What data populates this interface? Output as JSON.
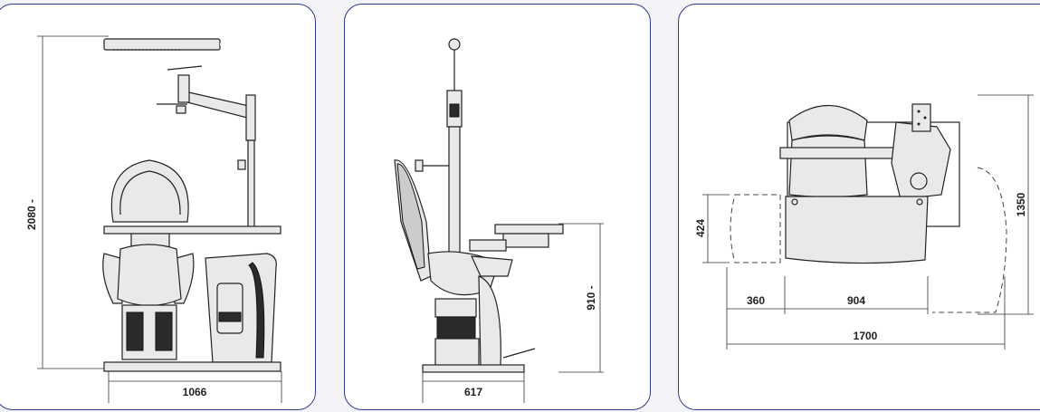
{
  "panels": [
    {
      "id": "front-view",
      "dimensions": {
        "height": "2080 -",
        "width": "1066"
      }
    },
    {
      "id": "side-view",
      "dimensions": {
        "height": "910 -",
        "width": "617"
      }
    },
    {
      "id": "top-view",
      "dimensions": {
        "left_extension": "360",
        "table_width": "904",
        "total_width": "1700",
        "depth": "424",
        "total_depth": "1350"
      }
    }
  ],
  "colors": {
    "panel_border": "#2f3a8c",
    "line": "#222222",
    "background": "#f4f4f8"
  }
}
